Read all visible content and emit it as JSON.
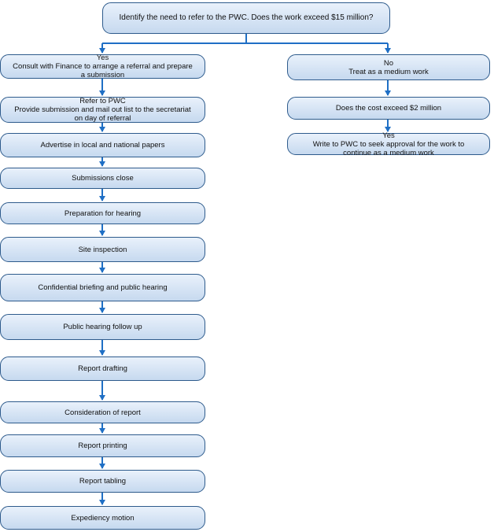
{
  "flowchart": {
    "root": "Identify the need to refer to the PWC. Does the work exceed $15 million?",
    "yes_branch": {
      "consult": {
        "line1": "Yes",
        "line2": "Consult with Finance to arrange a referral and prepare",
        "line3": "a submission"
      },
      "refer": {
        "line1": "Refer to PWC",
        "line2": "Provide submission and mail out list to the secretariat",
        "line3": "on day of referral"
      },
      "steps": [
        "Advertise in local and national papers",
        "Submissions close",
        "Preparation for hearing",
        "Site inspection",
        "Confidential briefing and public hearing",
        "Public hearing follow up",
        "Report drafting",
        "Consideration of report",
        "Report printing",
        "Report tabling",
        "Expediency motion"
      ]
    },
    "no_branch": {
      "medium": {
        "line1": "No",
        "line2": "Treat as a medium work"
      },
      "cost_question": "Does the cost exceed $2 million",
      "write": {
        "line1": "Yes",
        "line2": "Write to PWC to seek approval for the work to",
        "line3": "continue as a medium work"
      }
    }
  },
  "colors": {
    "connector": "#1f6fc5",
    "box_border": "#2e5b8c",
    "box_fill_top": "#e9f1fb",
    "box_fill_bottom": "#c6d9ef"
  }
}
